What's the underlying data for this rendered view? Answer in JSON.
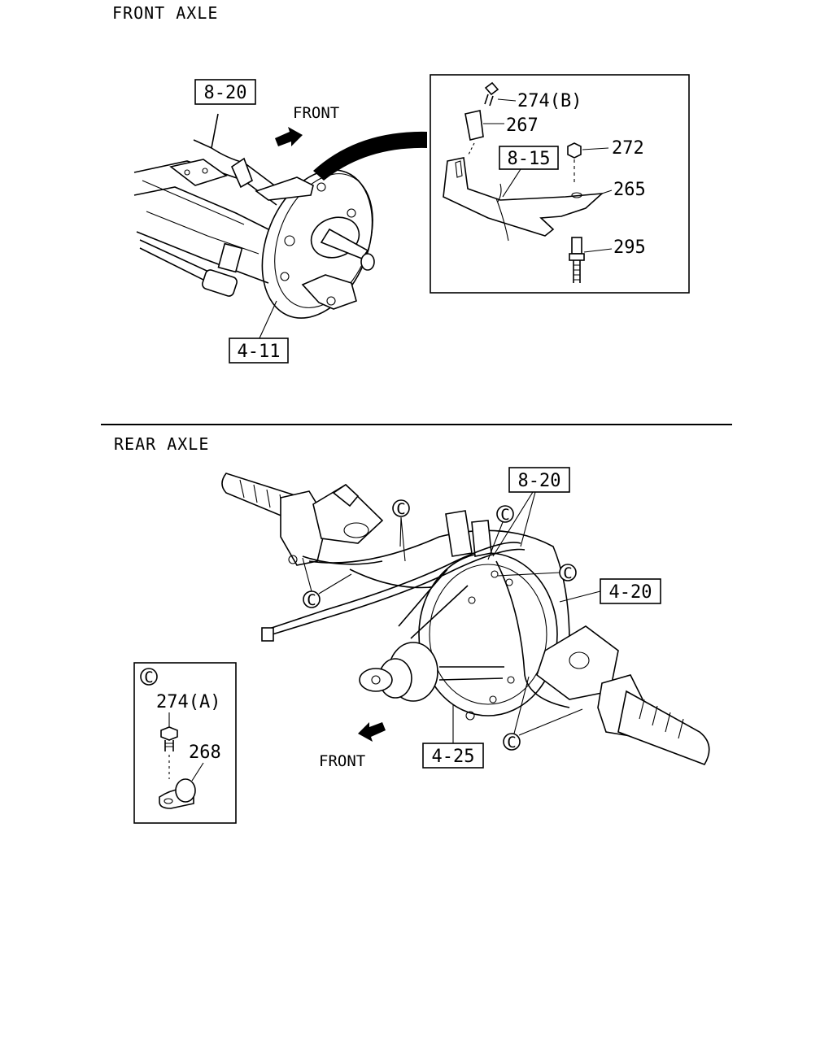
{
  "sections": {
    "front_title": "FRONT AXLE",
    "rear_title": "REAR AXLE"
  },
  "front": {
    "ref_top": "8-20",
    "ref_axle": "4-11",
    "ref_bracket": "8-15",
    "direction": "FRONT",
    "parts": {
      "bolt": "274(B)",
      "clip": "267",
      "nut": "272",
      "bracket": "265",
      "stud": "295"
    }
  },
  "rear": {
    "ref_harness": "8-20",
    "ref_housing": "4-20",
    "ref_diff": "4-25",
    "direction": "FRONT",
    "callout": "C",
    "detail": {
      "marker": "C",
      "bolt": "274(A)",
      "clip": "268"
    }
  }
}
